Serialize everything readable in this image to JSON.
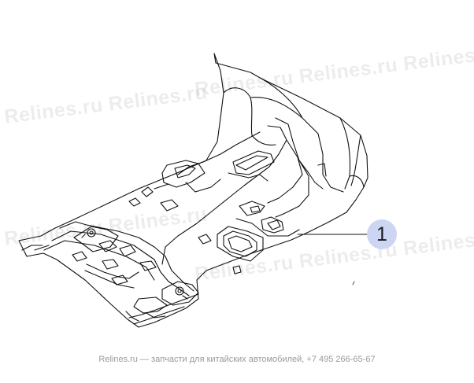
{
  "watermark": {
    "text": "Relines.ru",
    "rows": [
      [
        "Relines.ru",
        "Relines.ru"
      ],
      [
        "Relines.ru",
        "Relines.ru",
        "Relines.ru"
      ],
      [
        "Relines.ru",
        "Relines.ru"
      ],
      [
        "Relines.ru",
        "Relines.ru",
        "Relines.ru"
      ]
    ]
  },
  "callout": {
    "number": "1"
  },
  "footer": {
    "text": "Relines.ru — запчасти для китайских автомобилей, +7 495 266-65-67"
  },
  "colors": {
    "line": "#111111",
    "callout_fill": "#ccd6f2",
    "footer": "#9a9a9a"
  }
}
